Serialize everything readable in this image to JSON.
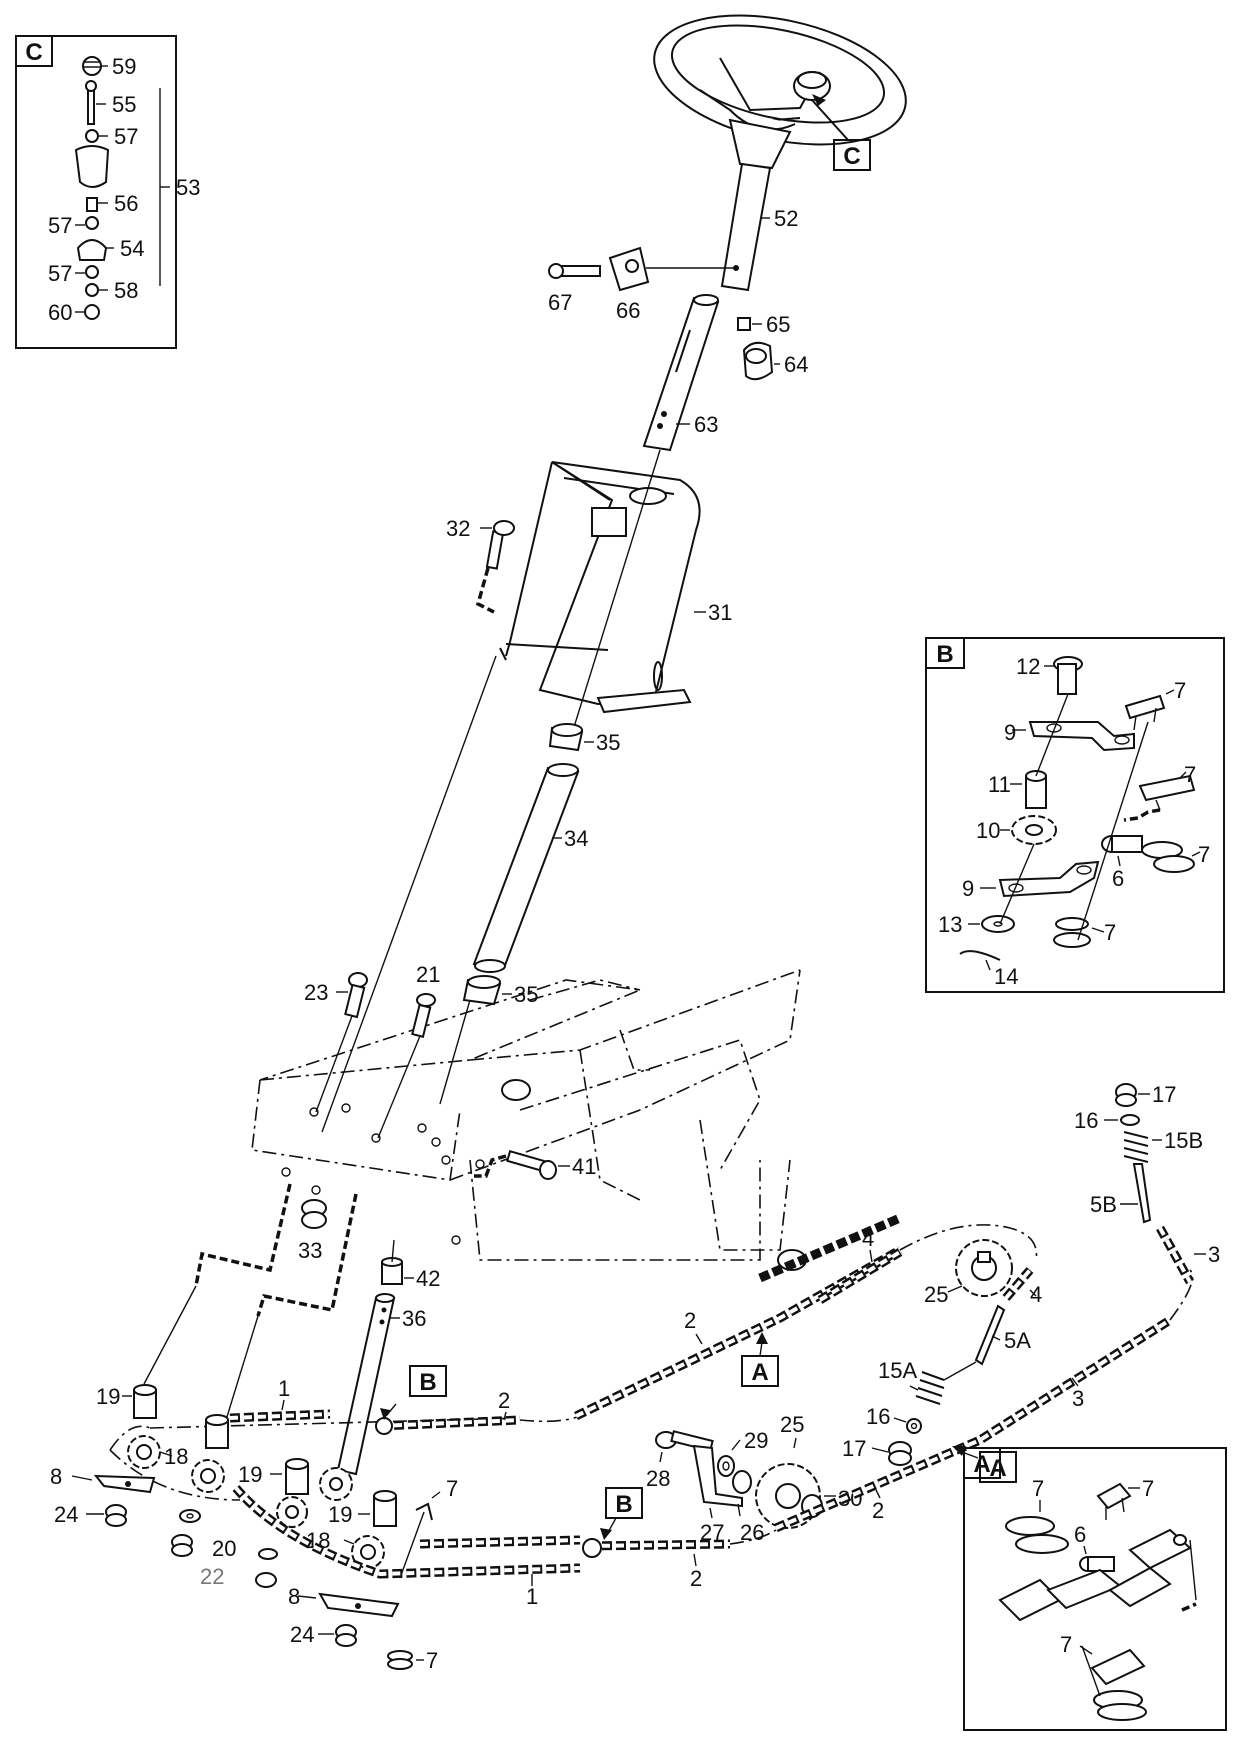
{
  "callouts": {
    "c59": "59",
    "c55": "55",
    "c57a": "57",
    "c53": "53",
    "c56": "56",
    "c57b": "57",
    "c54": "54",
    "c57c": "57",
    "c58": "58",
    "c60": "60",
    "c52": "52",
    "c67": "67",
    "c66": "66",
    "c65": "65",
    "c64": "64",
    "c63": "63",
    "c32": "32",
    "c31": "31",
    "c35a": "35",
    "c34": "34",
    "c35b": "35",
    "c23": "23",
    "c21": "21",
    "c41": "41",
    "c33": "33",
    "c42": "42",
    "c36": "36",
    "c19a": "19",
    "c1a": "1",
    "c2a": "2",
    "c18a": "18",
    "c19b": "19",
    "c8a": "8",
    "c24a": "24",
    "c20": "20",
    "c22": "22",
    "c19c": "19",
    "c7a": "7",
    "c18b": "18",
    "c1b": "1",
    "c2b": "2",
    "c8b": "8",
    "c24b": "24",
    "c7b": "7",
    "c4a": "4",
    "c2c": "2",
    "c25a": "25",
    "c4b": "4",
    "c5a": "5A",
    "c15a": "15A",
    "c16a": "16",
    "c17a": "17",
    "c28": "28",
    "c29": "29",
    "c25b": "25",
    "c27": "27",
    "c26": "26",
    "c30": "30",
    "c2d": "2",
    "c3a": "3",
    "c17b": "17",
    "c16b": "16",
    "c15b": "15B",
    "c5b": "5B",
    "c3b": "3",
    "b12": "12",
    "b7a": "7",
    "b9a": "9",
    "b11": "11",
    "b7b": "7",
    "b10": "10",
    "b6": "6",
    "b7c": "7",
    "b9b": "9",
    "b13": "13",
    "b7d": "7",
    "b14": "14",
    "a7a": "7",
    "a7b": "7",
    "a6": "6",
    "a7c": "7"
  },
  "view_markers": {
    "inset_c": "C",
    "inset_b": "B",
    "inset_a": "A",
    "ref_c": "C",
    "ref_b1": "B",
    "ref_b2": "B",
    "ref_a1": "A",
    "ref_a2": "A"
  }
}
